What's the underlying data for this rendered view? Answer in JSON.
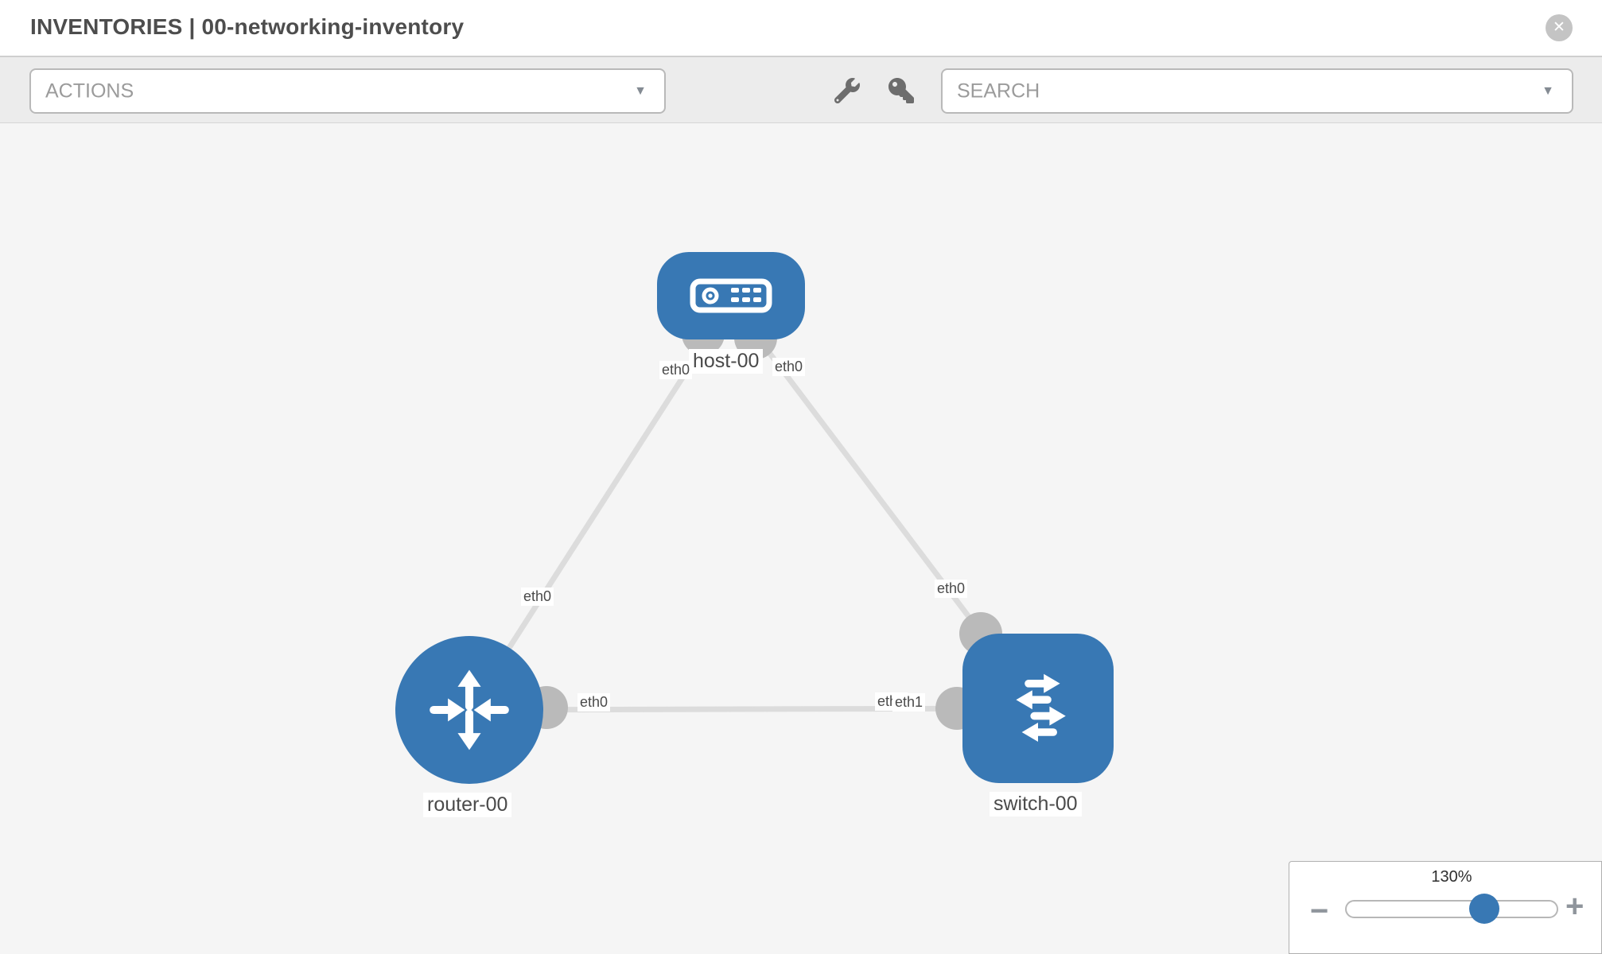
{
  "header": {
    "title": "INVENTORIES | 00-networking-inventory",
    "close_glyph": "✕"
  },
  "toolbar": {
    "actions": {
      "label": "ACTIONS"
    },
    "search": {
      "label": "SEARCH"
    },
    "caret": "▼",
    "tools": [
      {
        "icon": "wrench-icon"
      },
      {
        "icon": "key-icon"
      }
    ]
  },
  "topology": {
    "nodes": [
      {
        "id": "host-00",
        "type": "host",
        "label": "host-00"
      },
      {
        "id": "router-00",
        "type": "router",
        "label": "router-00"
      },
      {
        "id": "switch-00",
        "type": "switch",
        "label": "switch-00"
      }
    ],
    "links": [
      {
        "source": "host-00",
        "source_interface": "eth0",
        "target": "router-00",
        "target_interface": "eth0"
      },
      {
        "source": "host-00",
        "source_interface": "eth0",
        "target": "switch-00",
        "target_interface": "eth0"
      },
      {
        "source": "router-00",
        "source_interface": "eth0",
        "target": "switch-00",
        "target_interface": "eth1"
      }
    ],
    "interface_labels": [
      {
        "text": "eth0",
        "near": "host-00 left"
      },
      {
        "text": "eth0",
        "near": "host-00 right"
      },
      {
        "text": "eth0",
        "near": "router-00 top"
      },
      {
        "text": "eth0",
        "near": "switch-00 top"
      },
      {
        "text": "eth0",
        "near": "router-00 right"
      },
      {
        "text": "eth0",
        "near": "switch-00 left (overlapped)"
      },
      {
        "text": "eth1",
        "near": "switch-00 left"
      }
    ]
  },
  "zoom_control": {
    "value": "130%",
    "minus_label": "−",
    "plus_label": "+",
    "percent": 65
  },
  "colors": {
    "node_blue": "#3878b4",
    "link_gray": "#dcdcdc",
    "connector_gray": "#bababa",
    "toolbar_bg": "#ececec",
    "canvas_bg": "#f5f5f5"
  }
}
